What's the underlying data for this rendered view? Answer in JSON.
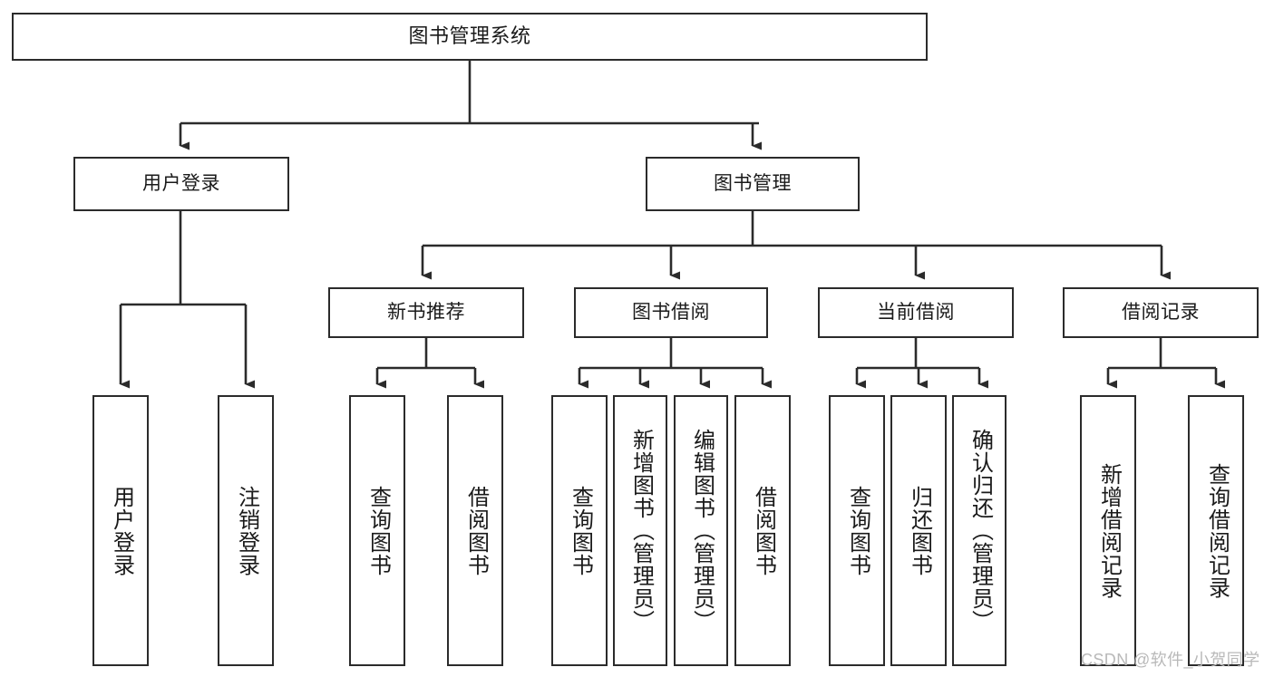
{
  "diagram": {
    "title": "图书管理系统",
    "type": "hierarchy-tree",
    "levels": 4,
    "root": {
      "id": "root",
      "label": "图书管理系统",
      "orientation": "horizontal"
    },
    "level1": [
      {
        "id": "user-login",
        "label": "用户登录",
        "orientation": "horizontal"
      },
      {
        "id": "book-manage",
        "label": "图书管理",
        "orientation": "horizontal"
      }
    ],
    "level2": [
      {
        "id": "new-book-recommend",
        "label": "新书推荐",
        "orientation": "horizontal",
        "parent": "book-manage"
      },
      {
        "id": "book-borrow",
        "label": "图书借阅",
        "orientation": "horizontal",
        "parent": "book-manage"
      },
      {
        "id": "current-borrow",
        "label": "当前借阅",
        "orientation": "horizontal",
        "parent": "book-manage"
      },
      {
        "id": "borrow-record",
        "label": "借阅记录",
        "orientation": "horizontal",
        "parent": "book-manage"
      }
    ],
    "leaves": [
      {
        "id": "leaf-user-login",
        "label": "用户登录",
        "orientation": "vertical",
        "parent": "user-login"
      },
      {
        "id": "leaf-user-logout",
        "label": "注销登录",
        "orientation": "vertical",
        "parent": "user-login"
      },
      {
        "id": "leaf-query-book-1",
        "label": "查询图书",
        "orientation": "vertical",
        "parent": "new-book-recommend"
      },
      {
        "id": "leaf-borrow-book-1",
        "label": "借阅图书",
        "orientation": "vertical",
        "parent": "new-book-recommend"
      },
      {
        "id": "leaf-query-book-2",
        "label": "查询图书",
        "orientation": "vertical",
        "parent": "book-borrow"
      },
      {
        "id": "leaf-add-book",
        "label": "新增图书（管理员）",
        "orientation": "vertical",
        "parent": "book-borrow"
      },
      {
        "id": "leaf-edit-book",
        "label": "编辑图书（管理员）",
        "orientation": "vertical",
        "parent": "book-borrow"
      },
      {
        "id": "leaf-borrow-book-2",
        "label": "借阅图书",
        "orientation": "vertical",
        "parent": "book-borrow"
      },
      {
        "id": "leaf-query-book-3",
        "label": "查询图书",
        "orientation": "vertical",
        "parent": "current-borrow"
      },
      {
        "id": "leaf-return-book",
        "label": "归还图书",
        "orientation": "vertical",
        "parent": "current-borrow"
      },
      {
        "id": "leaf-confirm-return",
        "label": "确认归还（管理员）",
        "orientation": "vertical",
        "parent": "current-borrow"
      },
      {
        "id": "leaf-add-record",
        "label": "新增借阅记录",
        "orientation": "vertical",
        "parent": "borrow-record"
      },
      {
        "id": "leaf-query-record",
        "label": "查询借阅记录",
        "orientation": "vertical",
        "parent": "borrow-record"
      }
    ]
  },
  "watermark": {
    "text": "CSDN @软件_小贺同学"
  },
  "colors": {
    "stroke": "#2b2b2b",
    "fill": "#ffffff",
    "text": "#1a1a1a",
    "watermark": "#b9b9b9"
  }
}
